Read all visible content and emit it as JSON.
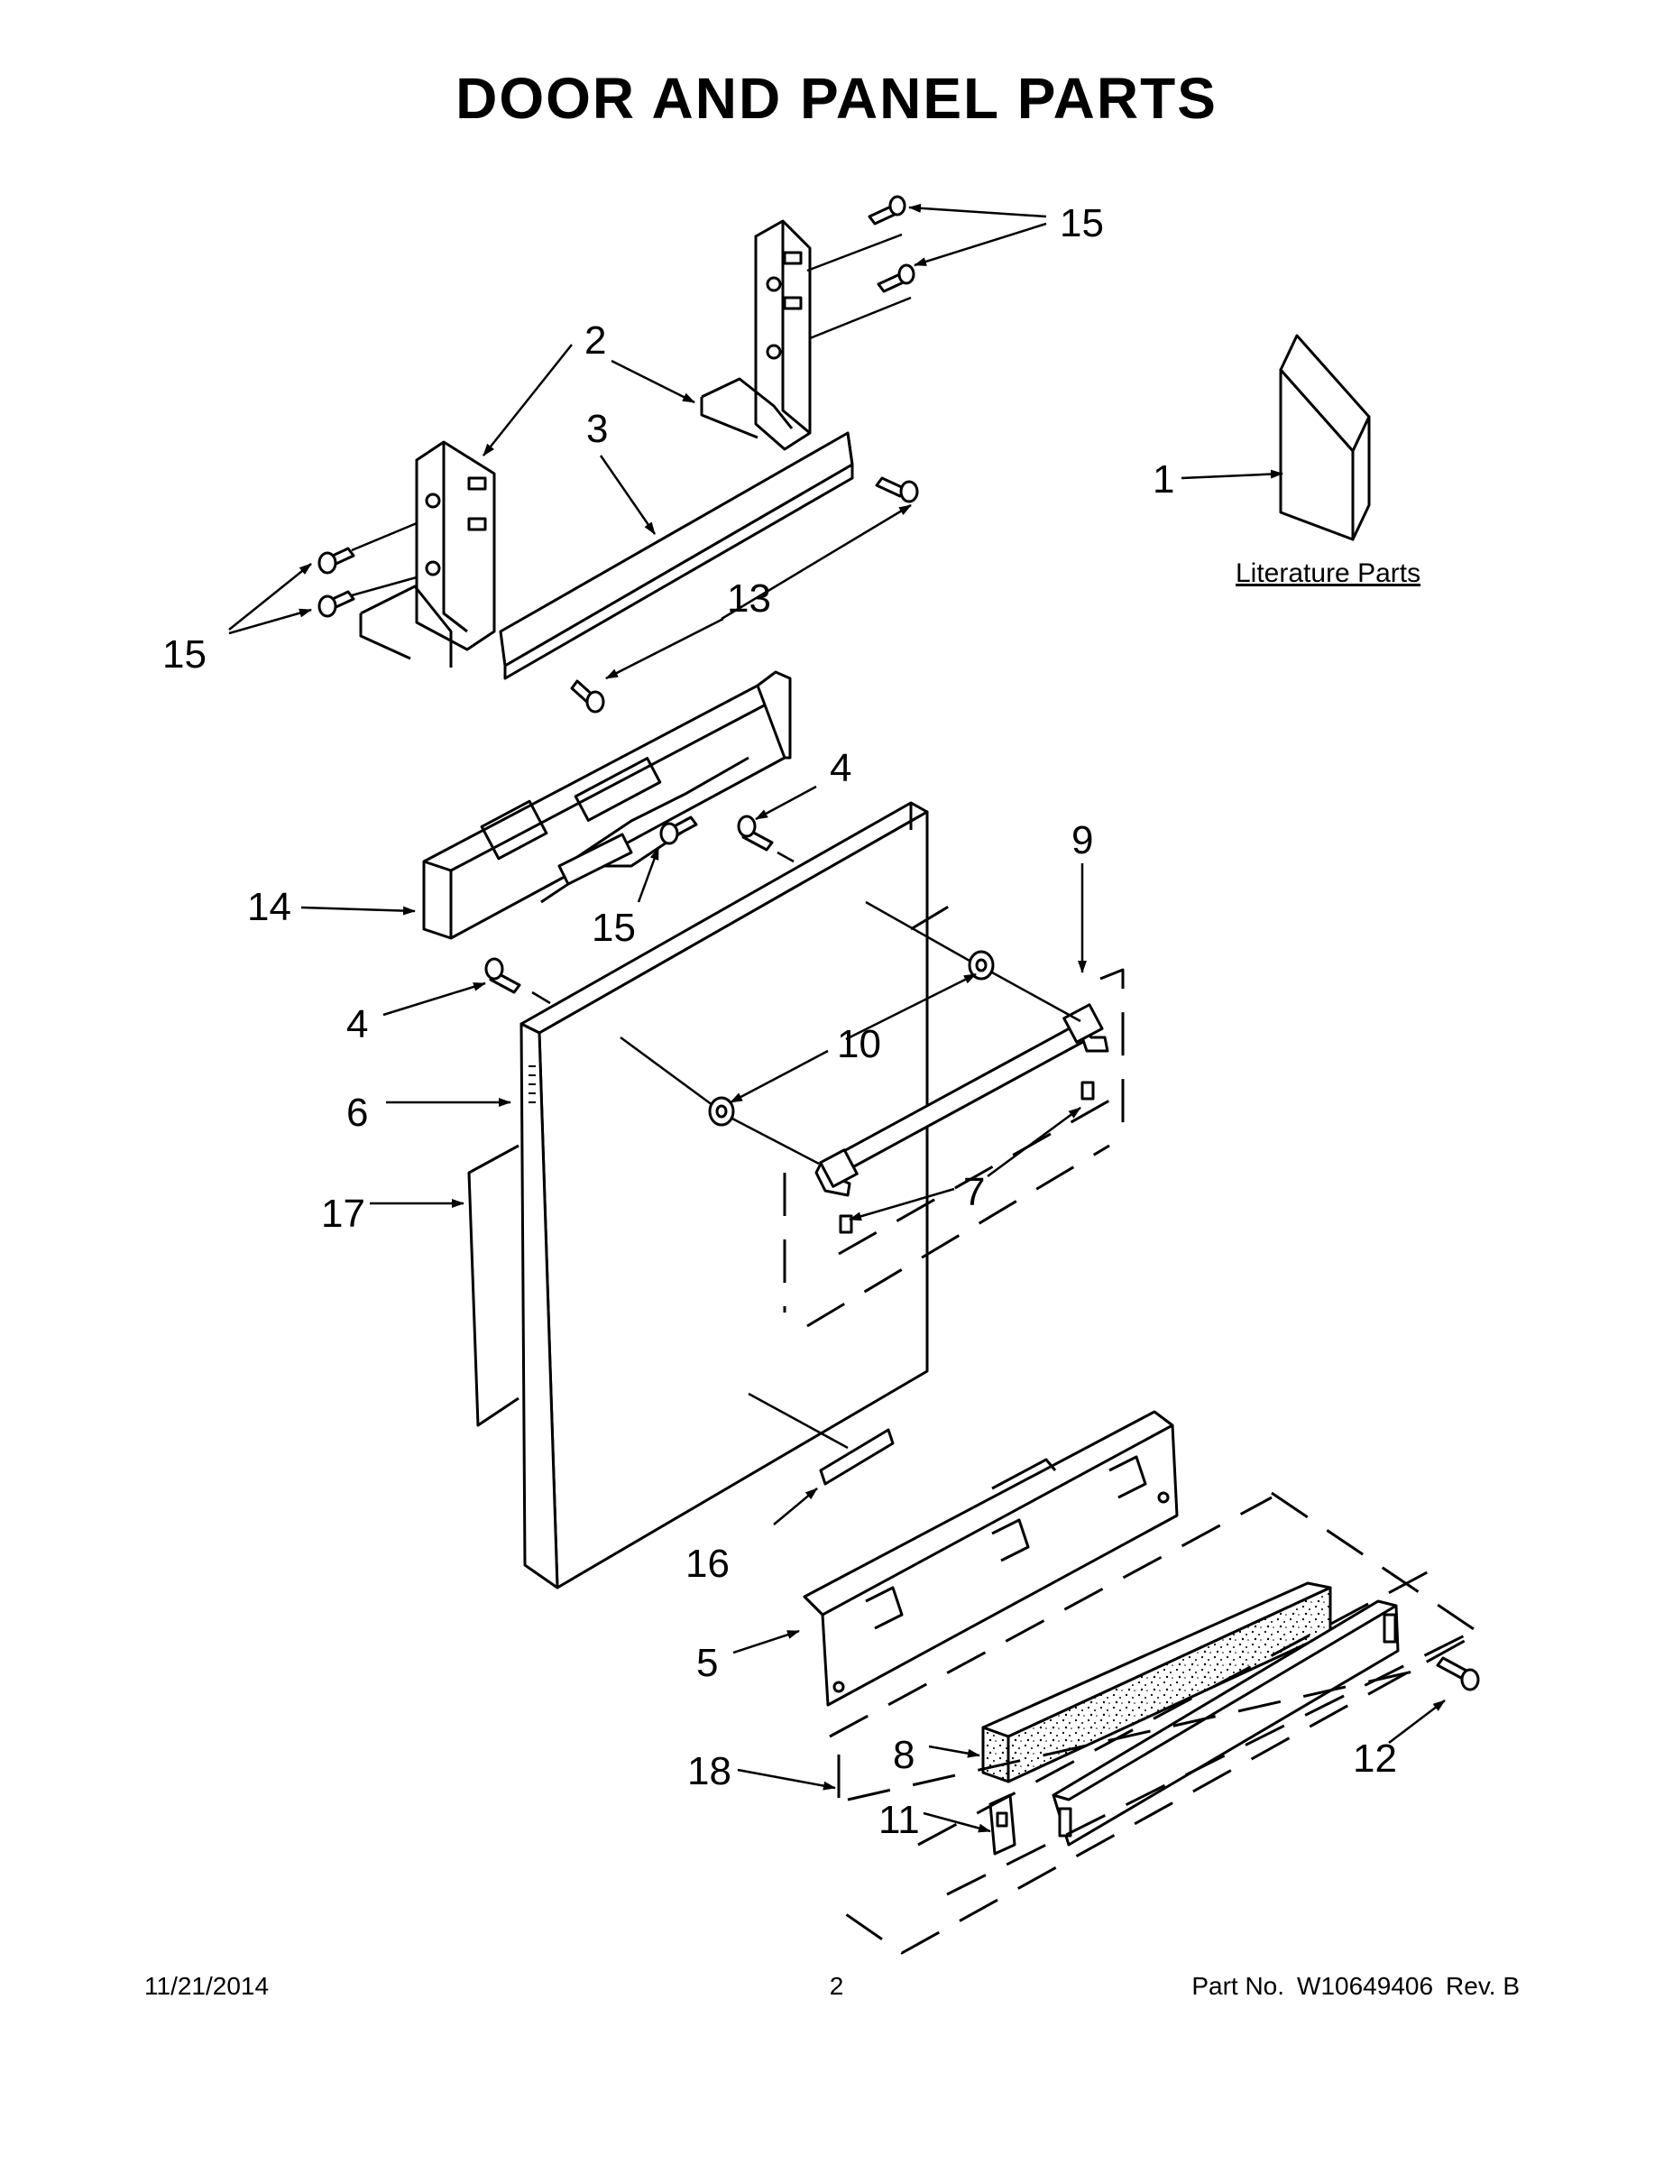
{
  "title": "DOOR AND PANEL PARTS",
  "literature_label": "Literature Parts",
  "callouts": {
    "c1": "1",
    "c2": "2",
    "c3": "3",
    "c4a": "4",
    "c4b": "4",
    "c5": "5",
    "c6": "6",
    "c7": "7",
    "c8": "8",
    "c9": "9",
    "c10": "10",
    "c11": "11",
    "c12": "12",
    "c13": "13",
    "c14": "14",
    "c15a": "15",
    "c15b": "15",
    "c15c": "15",
    "c16": "16",
    "c17": "17",
    "c18": "18"
  },
  "footer": {
    "date": "11/21/2014",
    "page": "2",
    "part_label": "Part No.",
    "part_number": "W10649406",
    "revision": "Rev. B"
  }
}
